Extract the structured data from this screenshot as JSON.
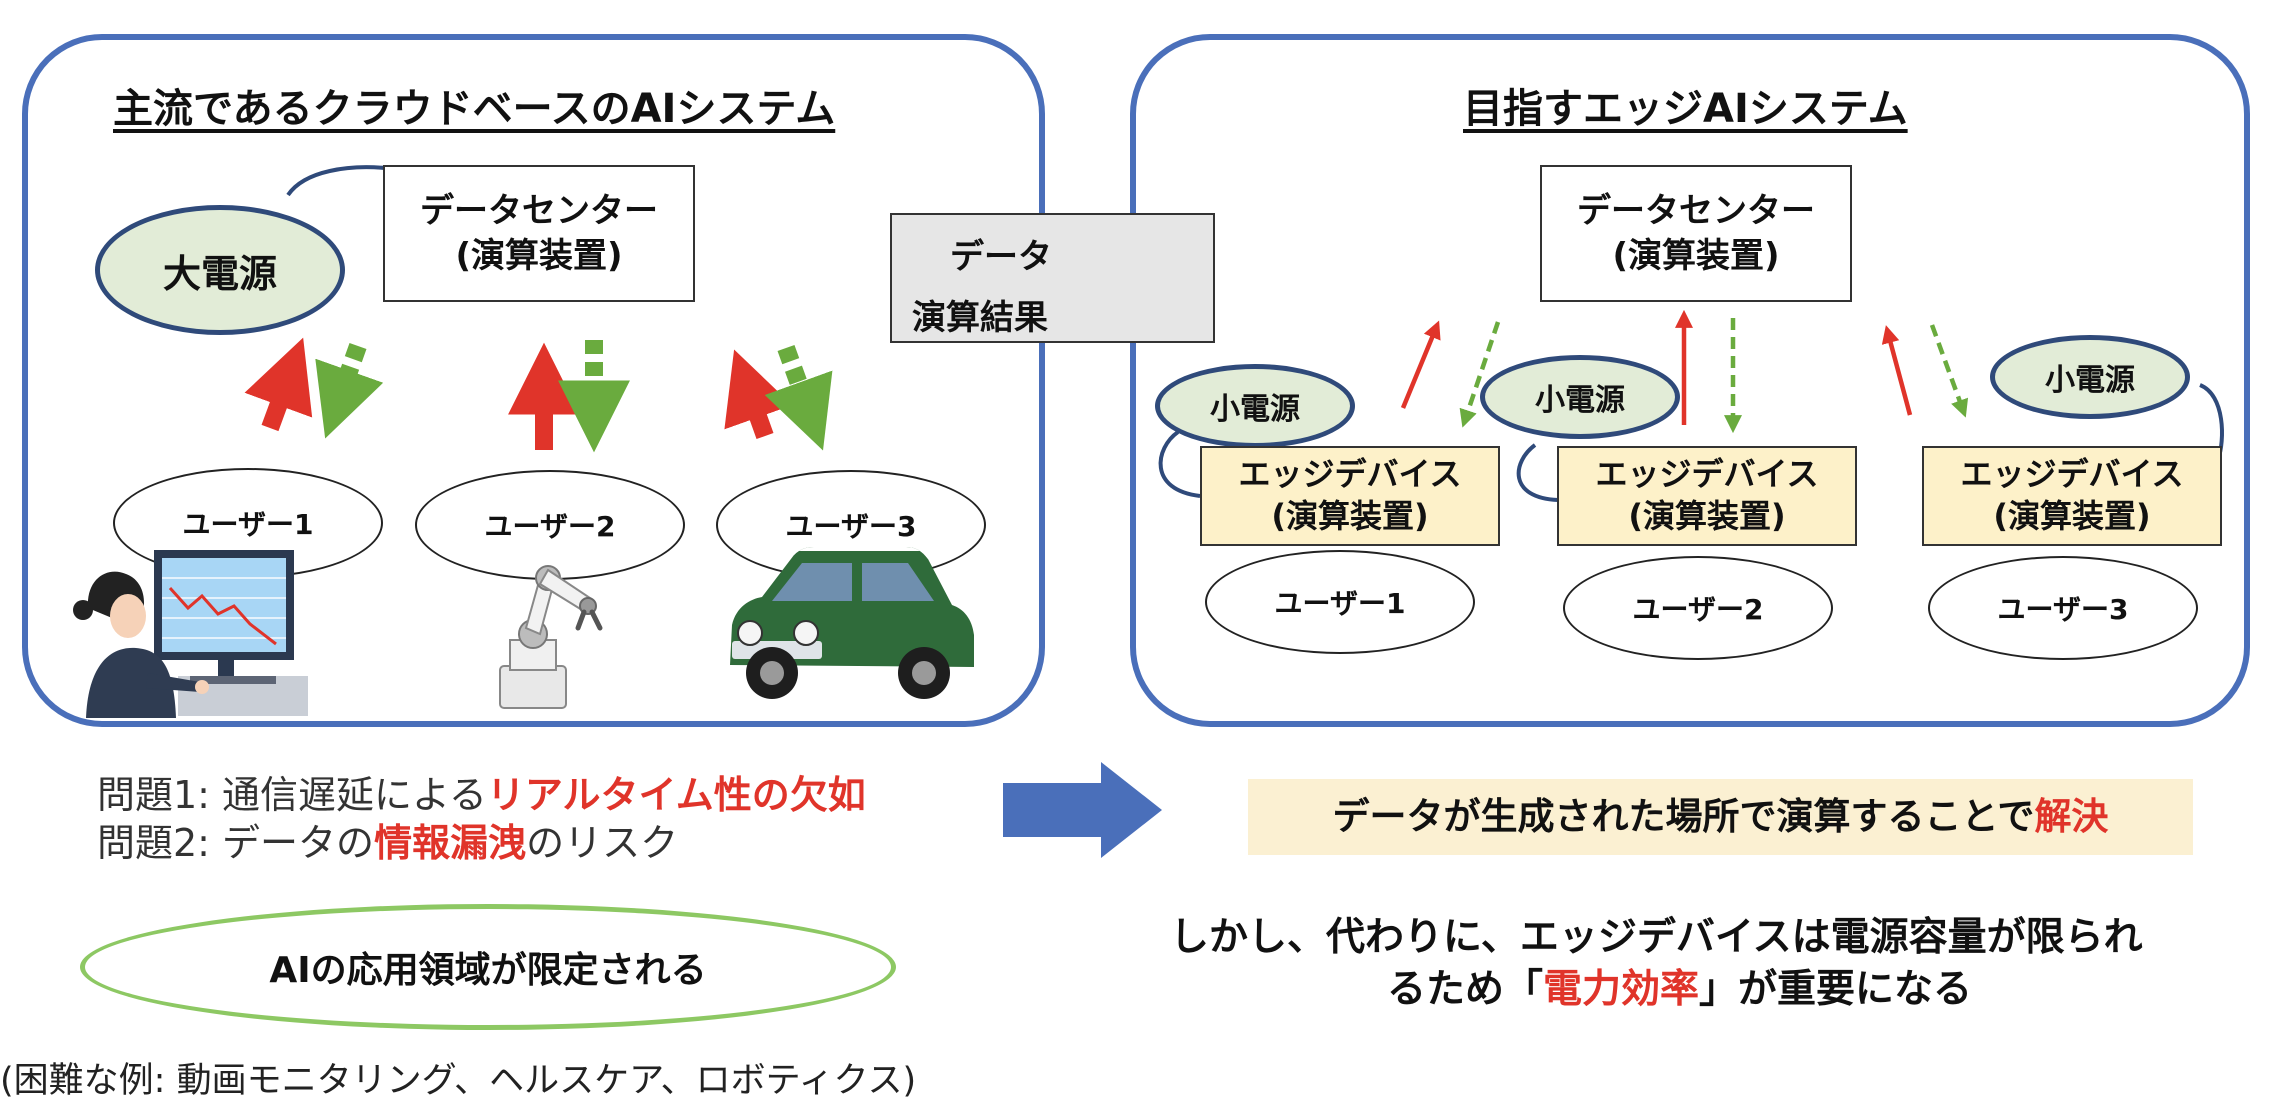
{
  "colors": {
    "panel_border": "#4a6fba",
    "red_arrow": "#e0342a",
    "green_arrow": "#6aab3e",
    "device_fill": "#fdf1c9",
    "power_fill": "#e2ecd7",
    "legend_fill": "#e6e6e6",
    "highlight": "#fbf0d2",
    "big_arrow": "#4a6fba"
  },
  "left_panel": {
    "title": "主流であるクラウドベースのAIシステム",
    "datacenter": [
      "データセンター",
      "(演算装置)"
    ],
    "power": "大電源",
    "users": [
      "ユーザー1",
      "ユーザー2",
      "ユーザー3"
    ],
    "illustrations": [
      "person-at-monitor-icon",
      "robot-arm-icon",
      "green-car-icon"
    ]
  },
  "right_panel": {
    "title": "目指すエッジAIシステム",
    "datacenter": [
      "データセンター",
      "(演算装置)"
    ],
    "power_small": [
      "小電源",
      "小電源",
      "小電源"
    ],
    "edge_devices": [
      [
        "エッジデバイス",
        "(演算装置)"
      ],
      [
        "エッジデバイス",
        "(演算装置)"
      ],
      [
        "エッジデバイス",
        "(演算装置)"
      ]
    ],
    "users": [
      "ユーザー1",
      "ユーザー2",
      "ユーザー3"
    ]
  },
  "legend": {
    "data": "データ",
    "result": "演算結果"
  },
  "problems": {
    "line1": {
      "prefix": "問題1: 通信遅延による",
      "highlight": "リアルタイム性の欠如"
    },
    "line2": {
      "prefix": "問題2: データの",
      "highlight": "情報漏洩",
      "suffix": "のリスク"
    }
  },
  "limited": "AIの応用領域が限定される",
  "examples": "(困難な例: 動画モニタリング、ヘルスケア、ロボティクス)",
  "solution": {
    "prefix": "データが生成された場所で演算することで",
    "highlight": "解決"
  },
  "however": {
    "line1": "しかし、代わりに、エッジデバイスは電源容量が限られ",
    "line2_prefix": "るため「",
    "line2_highlight": "電力効率",
    "line2_suffix": "」が重要になる"
  }
}
